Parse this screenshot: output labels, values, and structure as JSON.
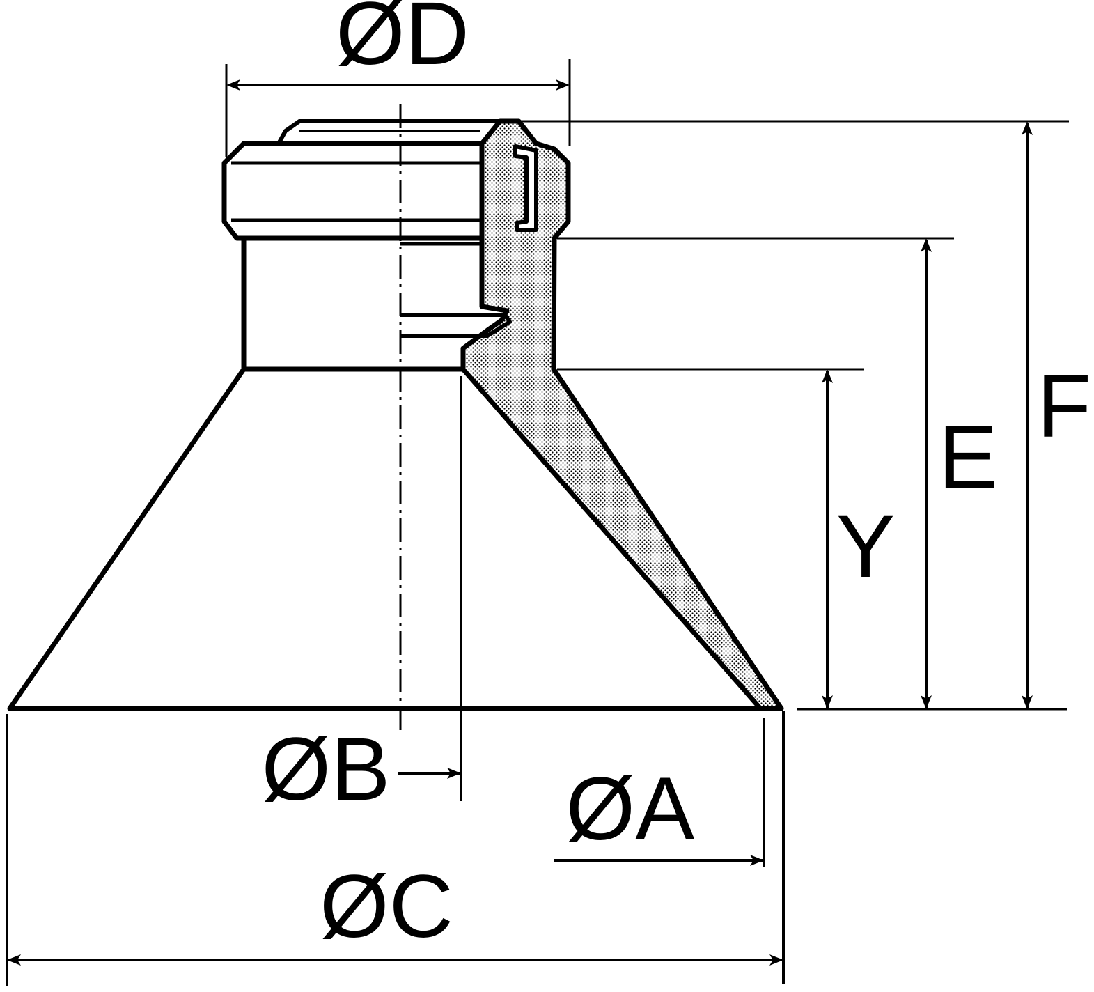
{
  "labels": {
    "dim_d": "ØD",
    "dim_b": "ØB",
    "dim_a": "ØA",
    "dim_c": "ØC",
    "dim_y": "Y",
    "dim_e": "E",
    "dim_f": "F"
  },
  "colors": {
    "ink": "#000000",
    "background": "#ffffff",
    "section_fill": "#b8b8b8"
  }
}
